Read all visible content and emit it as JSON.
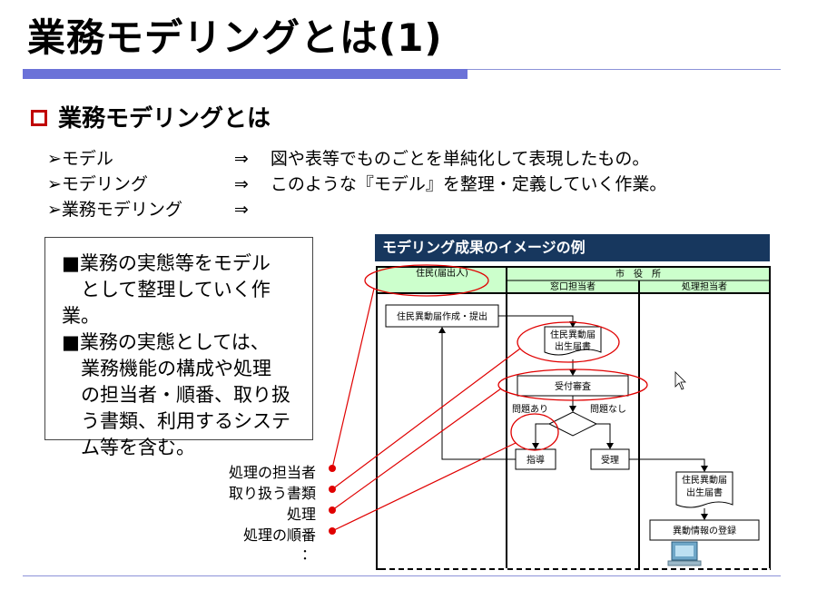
{
  "slide": {
    "title": "業務モデリングとは(1)",
    "section_heading": "業務モデリングとは"
  },
  "definitions": [
    {
      "marker": "➢",
      "term": "モデル",
      "arrow": "⇒",
      "text": "図や表等でものごとを単純化して表現したもの。"
    },
    {
      "marker": "➢",
      "term": "モデリング",
      "arrow": "⇒",
      "text": "このような『モデル』を整理・定義していく作業。"
    },
    {
      "marker": "➢",
      "term": "業務モデリング",
      "arrow": "⇒",
      "text": ""
    }
  ],
  "description_box": {
    "items": [
      "■業務の実態等をモデル　として整理していく作業。",
      "■業務の実態としては、　業務機能の構成や処理　の担当者・順番、取り扱　う書類、利用するシステ　ム等を含む。"
    ],
    "lines": [
      "■業務の実態等をモデル",
      "　として整理していく作業。",
      "■業務の実態としては、",
      "　業務機能の構成や処理",
      "　の担当者・順番、取り扱",
      "　う書類、利用するシステ",
      "　ム等を含む。"
    ]
  },
  "callout_labels": [
    "処理の担当者",
    "取り扱う書類",
    "処理",
    "処理の順番",
    "："
  ],
  "diagram": {
    "title": "モデリング成果のイメージの例",
    "lanes": {
      "resident": "住民(届出人)",
      "city_hall": "市　役　所",
      "counter": "窓口担当者",
      "processor": "処理担当者"
    },
    "nodes": {
      "create_submit": "住民異動届作成・提出",
      "doc1_line1": "住民異動届",
      "doc1_line2": "出生届書",
      "reception": "受付審査",
      "has_issue": "問題あり",
      "no_issue": "問題なし",
      "guidance": "指導",
      "accept": "受理",
      "doc2_line1": "住民異動届",
      "doc2_line2": "出生届書",
      "register": "異動情報の登録"
    },
    "colors": {
      "header_bg": "#17375e",
      "lane_header_bg": "#ccffcc",
      "highlight": "#e00000"
    }
  }
}
